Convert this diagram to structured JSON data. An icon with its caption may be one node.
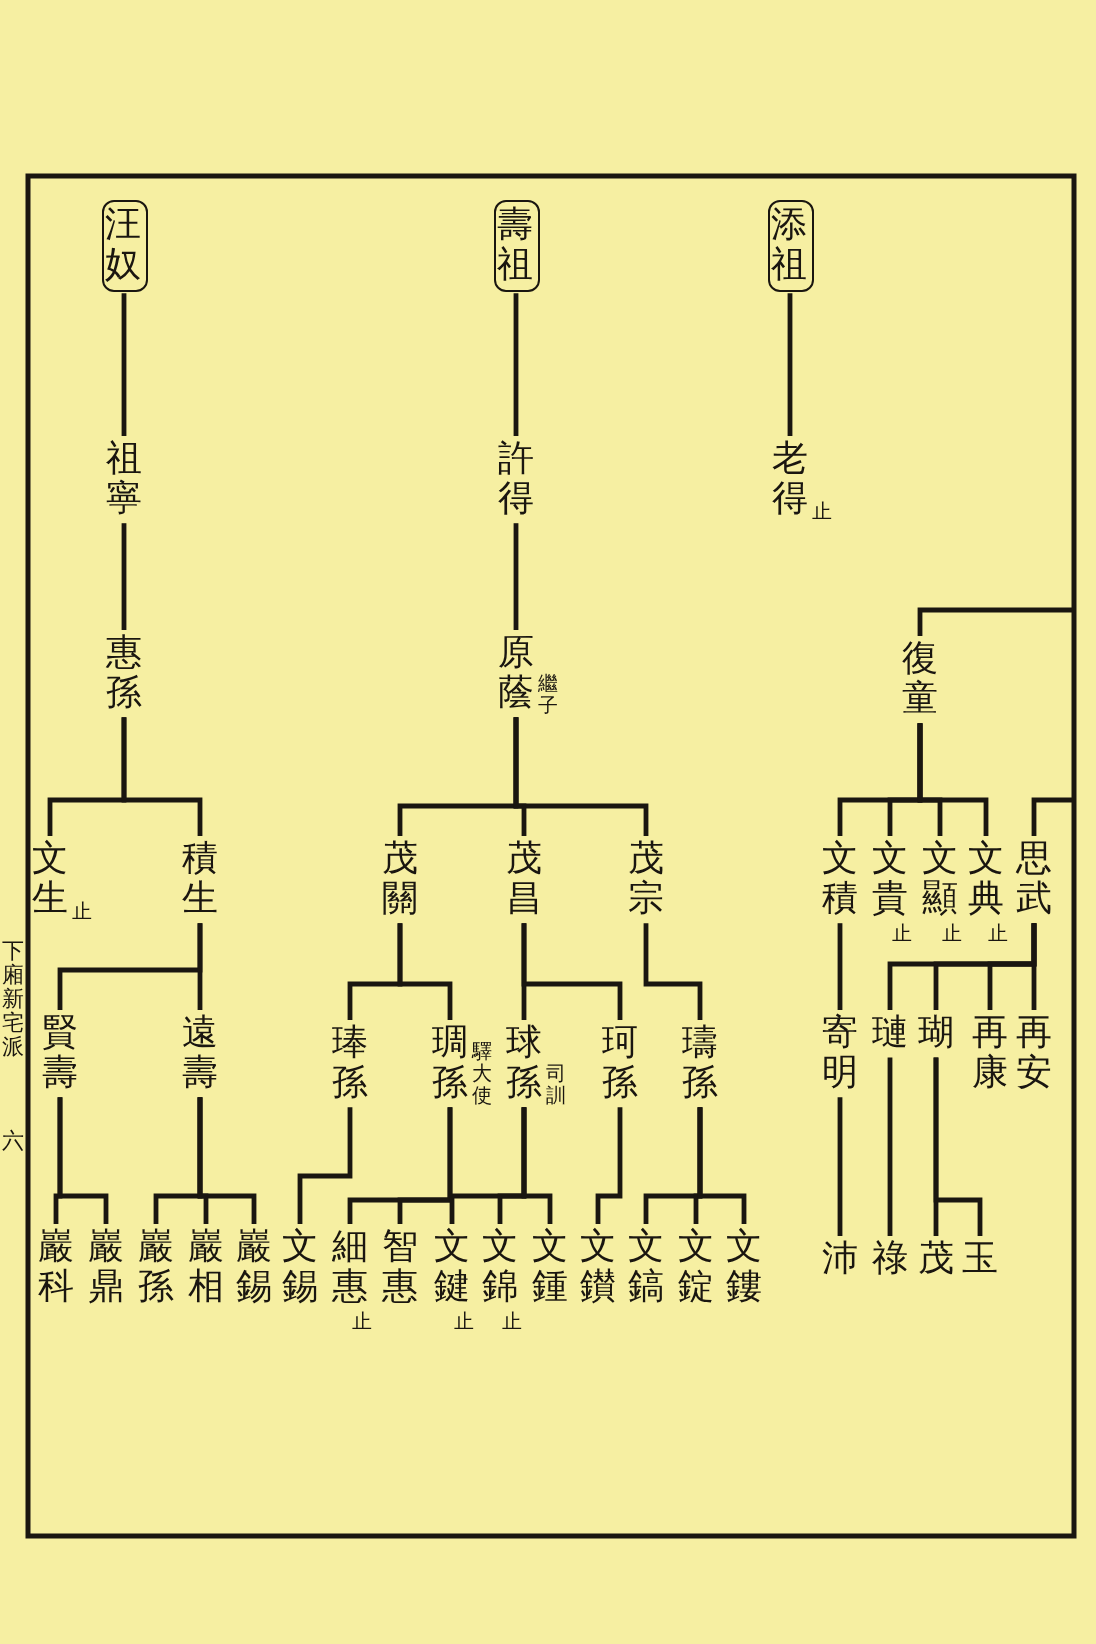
{
  "diagram": {
    "nodes": [
      {
        "text": [
          "汪奴"
        ]
      },
      {
        "text": [
          "祖寧"
        ]
      },
      {
        "text": [
          "惠孫"
        ]
      },
      {
        "text": [
          "文生"
        ],
        "beside": [
          "止"
        ]
      },
      {
        "text": [
          "積生"
        ]
      },
      {
        "text": [
          "賢壽"
        ]
      },
      {
        "text": [
          "遠壽"
        ]
      },
      {
        "text": [
          "巖科"
        ]
      },
      {
        "text": [
          "巖鼎"
        ]
      },
      {
        "text": [
          "巖孫"
        ]
      },
      {
        "text": [
          "巖相"
        ]
      },
      {
        "text": [
          "巖錫"
        ]
      },
      {
        "text": [
          "壽祖"
        ]
      },
      {
        "text": [
          "許得"
        ]
      },
      {
        "text": [
          "原蔭"
        ],
        "beside": [
          "繼子"
        ]
      },
      {
        "text": [
          "茂關"
        ]
      },
      {
        "text": [
          "茂昌"
        ]
      },
      {
        "text": [
          "茂宗"
        ]
      },
      {
        "text": [
          "琫孫"
        ]
      },
      {
        "text": [
          "琱孫"
        ],
        "beside": [
          "驛大使"
        ]
      },
      {
        "text": [
          "球孫"
        ],
        "beside": [
          "司訓"
        ]
      },
      {
        "text": [
          "珂孫"
        ]
      },
      {
        "text": [
          "璹孫"
        ]
      },
      {
        "text": [
          "文錫"
        ]
      },
      {
        "text": [
          "細惠"
        ],
        "beside": [
          "止"
        ]
      },
      {
        "text": [
          "智惠"
        ]
      },
      {
        "text": [
          "文鍵"
        ],
        "beside": [
          "止"
        ]
      },
      {
        "text": [
          "文錦"
        ],
        "beside": [
          "止"
        ]
      },
      {
        "text": [
          "文鍾"
        ]
      },
      {
        "text": [
          "文鑚"
        ]
      },
      {
        "text": [
          "文鎬"
        ]
      },
      {
        "text": [
          "文錠"
        ]
      },
      {
        "text": [
          "文鏤"
        ]
      },
      {
        "text": [
          "添祖"
        ]
      },
      {
        "text": [
          "老得"
        ],
        "beside": [
          "止"
        ]
      },
      {
        "text": [
          "復童"
        ]
      },
      {
        "text": [
          "文積"
        ]
      },
      {
        "text": [
          "文貴"
        ],
        "beside": [
          "止"
        ]
      },
      {
        "text": [
          "文顯"
        ],
        "beside": [
          "止"
        ]
      },
      {
        "text": [
          "文典"
        ],
        "beside": [
          "止"
        ]
      },
      {
        "text": [
          "思武"
        ]
      },
      {
        "text": [
          "寄明"
        ]
      },
      {
        "text": [
          "璉"
        ]
      },
      {
        "text": [
          "瑚"
        ]
      },
      {
        "text": [
          "再康"
        ]
      },
      {
        "text": [
          "再安"
        ]
      },
      {
        "text": [
          "沛"
        ]
      },
      {
        "text": [
          "祿"
        ]
      },
      {
        "text": [
          "茂"
        ]
      },
      {
        "text": [
          "玉"
        ]
      }
    ],
    "edges": [
      {
        "from": 0,
        "to": 1,
        "arrow": "none"
      },
      {
        "from": 1,
        "to": 2,
        "arrow": "none"
      },
      {
        "from": 2,
        "to": 3,
        "arrow": "none"
      },
      {
        "from": 2,
        "to": 4,
        "arrow": "none"
      },
      {
        "from": 4,
        "to": 5,
        "arrow": "none"
      },
      {
        "from": 4,
        "to": 6,
        "arrow": "none"
      },
      {
        "from": 5,
        "to": 7,
        "arrow": "none"
      },
      {
        "from": 5,
        "to": 8,
        "arrow": "none"
      },
      {
        "from": 6,
        "to": 9,
        "arrow": "none"
      },
      {
        "from": 6,
        "to": 10,
        "arrow": "none"
      },
      {
        "from": 6,
        "to": 11,
        "arrow": "none"
      },
      {
        "from": 12,
        "to": 13,
        "arrow": "none"
      },
      {
        "from": 13,
        "to": 14,
        "arrow": "none"
      },
      {
        "from": 14,
        "to": 15,
        "arrow": "none"
      },
      {
        "from": 14,
        "to": 16,
        "arrow": "none"
      },
      {
        "from": 14,
        "to": 17,
        "arrow": "none"
      },
      {
        "from": 15,
        "to": 18,
        "arrow": "none"
      },
      {
        "from": 15,
        "to": 19,
        "arrow": "none"
      },
      {
        "from": 16,
        "to": 20,
        "arrow": "none"
      },
      {
        "from": 16,
        "to": 21,
        "arrow": "none"
      },
      {
        "from": 17,
        "to": 22,
        "arrow": "none"
      },
      {
        "from": 18,
        "to": 23,
        "arrow": "none"
      },
      {
        "from": 19,
        "to": 24,
        "arrow": "none"
      },
      {
        "from": 19,
        "to": 25,
        "arrow": "none"
      },
      {
        "from": 20,
        "to": 26,
        "arrow": "none"
      },
      {
        "from": 20,
        "to": 27,
        "arrow": "none"
      },
      {
        "from": 20,
        "to": 28,
        "arrow": "none"
      },
      {
        "from": 21,
        "to": 29,
        "arrow": "none"
      },
      {
        "from": 22,
        "to": 30,
        "arrow": "none"
      },
      {
        "from": 22,
        "to": 31,
        "arrow": "none"
      },
      {
        "from": 22,
        "to": 32,
        "arrow": "none"
      },
      {
        "from": 33,
        "to": 34,
        "arrow": "none"
      },
      {
        "from": null,
        "to": 35,
        "arrow": "none"
      },
      {
        "from": 35,
        "to": 36,
        "arrow": "none"
      },
      {
        "from": 35,
        "to": 37,
        "arrow": "none"
      },
      {
        "from": 35,
        "to": 38,
        "arrow": "none"
      },
      {
        "from": 35,
        "to": 39,
        "arrow": "none"
      },
      {
        "from": null,
        "to": 40,
        "arrow": "none"
      },
      {
        "from": 36,
        "to": 41,
        "arrow": "none"
      },
      {
        "from": 41,
        "to": 46,
        "arrow": "none"
      },
      {
        "from": 40,
        "to": 42,
        "arrow": "none"
      },
      {
        "from": 40,
        "to": 43,
        "arrow": "none"
      },
      {
        "from": 40,
        "to": 44,
        "arrow": "none"
      },
      {
        "from": 40,
        "to": 45,
        "arrow": "none"
      },
      {
        "from": 42,
        "to": 47,
        "arrow": "none"
      },
      {
        "from": 43,
        "to": 48,
        "arrow": "none"
      },
      {
        "from": 43,
        "to": 49,
        "arrow": "none"
      }
    ],
    "labels": [
      "下廂新宅派",
      "六"
    ]
  }
}
